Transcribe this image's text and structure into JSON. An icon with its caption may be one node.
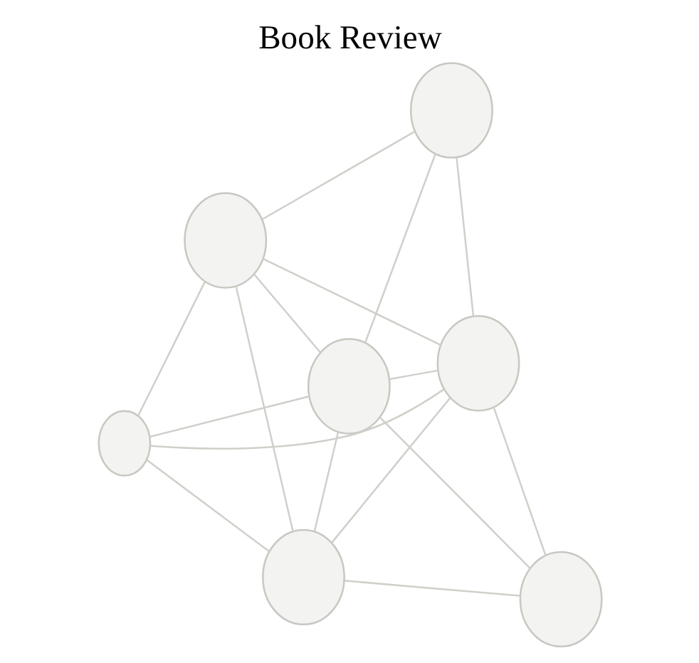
{
  "diagram": {
    "title": "Book Review",
    "nodes": [
      {
        "text": [],
        "shape": "circle"
      },
      {
        "text": [],
        "shape": "circle"
      },
      {
        "text": [],
        "shape": "circle"
      },
      {
        "text": [],
        "shape": "circle"
      },
      {
        "text": [],
        "shape": "circle"
      },
      {
        "text": [],
        "shape": "circle"
      },
      {
        "text": [],
        "shape": "circle"
      }
    ],
    "edges": [
      {
        "from": 0,
        "to": 1,
        "arrow": "none"
      },
      {
        "from": 0,
        "to": 2,
        "arrow": "none"
      },
      {
        "from": 0,
        "to": 4,
        "arrow": "none"
      },
      {
        "from": 0,
        "to": 3,
        "arrow": "none"
      },
      {
        "from": 0,
        "to": 6,
        "arrow": "none"
      },
      {
        "from": 1,
        "to": 2,
        "arrow": "none"
      },
      {
        "from": 1,
        "to": 4,
        "arrow": "none"
      },
      {
        "from": 1,
        "to": 3,
        "arrow": "none"
      },
      {
        "from": 1,
        "to": 6,
        "arrow": "none"
      },
      {
        "from": 1,
        "to": 5,
        "arrow": "none"
      },
      {
        "from": 3,
        "to": 2,
        "arrow": "none"
      },
      {
        "from": 3,
        "to": 6,
        "arrow": "none"
      },
      {
        "from": 4,
        "to": 6,
        "arrow": "none"
      },
      {
        "from": 6,
        "to": 2,
        "arrow": "none"
      },
      {
        "from": 6,
        "to": 5,
        "arrow": "none"
      },
      {
        "from": 5,
        "to": 2,
        "arrow": "none"
      }
    ]
  }
}
